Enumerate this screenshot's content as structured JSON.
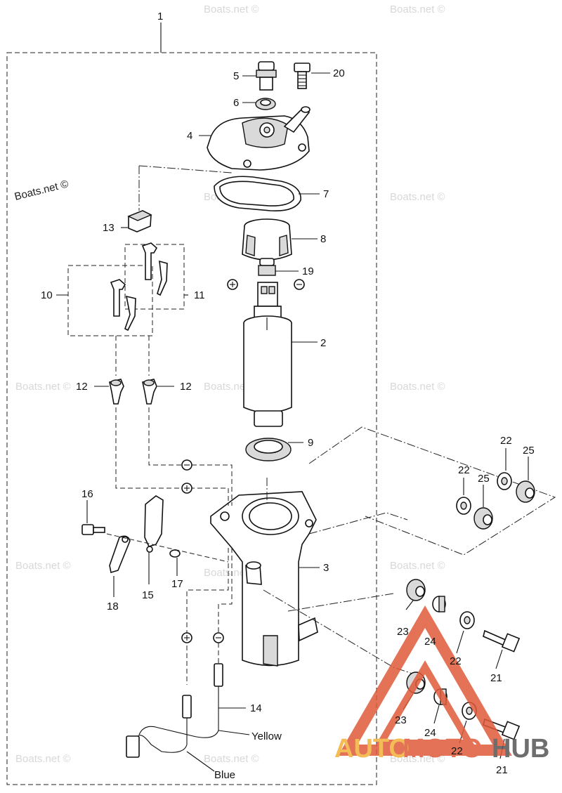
{
  "watermark": "Boats.net ©",
  "callouts": {
    "n1": "1",
    "n2": "2",
    "n3": "3",
    "n4": "4",
    "n5": "5",
    "n6": "6",
    "n7": "7",
    "n8": "8",
    "n9": "9",
    "n10": "10",
    "n11": "11",
    "n12a": "12",
    "n12b": "12",
    "n13": "13",
    "n14": "14",
    "n15": "15",
    "n16": "16",
    "n17": "17",
    "n18": "18",
    "n19": "19",
    "n20": "20",
    "n21a": "21",
    "n21b": "21",
    "n22a": "22",
    "n22b": "22",
    "n22c": "22",
    "n22d": "22",
    "n23a": "23",
    "n23b": "23",
    "n24a": "24",
    "n24b": "24",
    "n25a": "25",
    "n25b": "25"
  },
  "wire_labels": {
    "yellow": "Yellow",
    "blue": "Blue"
  },
  "logo": {
    "part1": "AUTO",
    "part2": "MOTO",
    "part3": "HUB"
  },
  "colors": {
    "logo_yellow": "#f2b13a",
    "logo_red": "#e05a3a",
    "logo_gray": "#555555"
  }
}
